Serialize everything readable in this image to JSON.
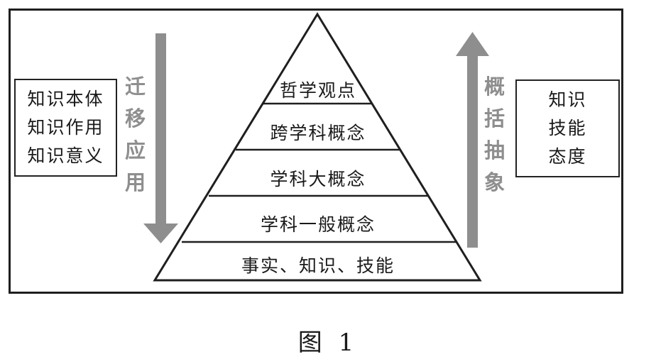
{
  "pyramid": {
    "levels": [
      "哲学观点",
      "跨学科概念",
      "学科大概念",
      "学科一般概念",
      "事实、知识、技能"
    ]
  },
  "left_box": {
    "lines": [
      "知识本体",
      "知识作用",
      "知识意义"
    ]
  },
  "right_box": {
    "lines": [
      "知识",
      "技能",
      "态度"
    ]
  },
  "left_arrow": {
    "label_chars": [
      "迁",
      "移",
      "应",
      "用"
    ],
    "direction": "down"
  },
  "right_arrow": {
    "label_chars": [
      "概",
      "括",
      "抽",
      "象"
    ],
    "direction": "up"
  },
  "caption": "图 1",
  "colors": {
    "arrow": "#8e8e8e",
    "line": "#1f1f1f"
  }
}
